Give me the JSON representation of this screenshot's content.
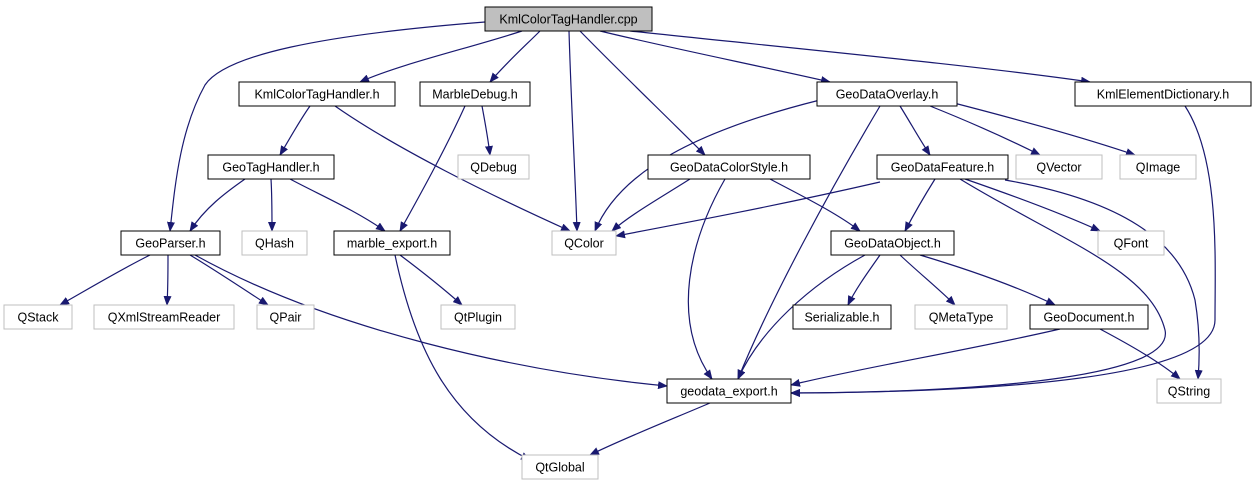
{
  "colors": {
    "edge": "#191970",
    "root_fill": "#bfbfbf",
    "node_border": "#000000",
    "external_border": "#bfbfbf",
    "external_text": "#000000"
  },
  "nodes": [
    {
      "id": "kmlcolortaghandler_cpp",
      "label": "KmlColorTagHandler.cpp",
      "kind": "root"
    },
    {
      "id": "kmlcolortaghandler_h",
      "label": "KmlColorTagHandler.h",
      "kind": "header"
    },
    {
      "id": "marbledebug_h",
      "label": "MarbleDebug.h",
      "kind": "header"
    },
    {
      "id": "geodataoverlay_h",
      "label": "GeoDataOverlay.h",
      "kind": "header"
    },
    {
      "id": "kmlelementdictionary_h",
      "label": "KmlElementDictionary.h",
      "kind": "header"
    },
    {
      "id": "geotaghandler_h",
      "label": "GeoTagHandler.h",
      "kind": "header"
    },
    {
      "id": "qdebug",
      "label": "QDebug",
      "kind": "external"
    },
    {
      "id": "geodatacolorstyle_h",
      "label": "GeoDataColorStyle.h",
      "kind": "header"
    },
    {
      "id": "geodatafeature_h",
      "label": "GeoDataFeature.h",
      "kind": "header"
    },
    {
      "id": "qvector",
      "label": "QVector",
      "kind": "external"
    },
    {
      "id": "qimage",
      "label": "QImage",
      "kind": "external"
    },
    {
      "id": "geoparser_h",
      "label": "GeoParser.h",
      "kind": "header"
    },
    {
      "id": "qhash",
      "label": "QHash",
      "kind": "external"
    },
    {
      "id": "marble_export_h",
      "label": "marble_export.h",
      "kind": "header"
    },
    {
      "id": "qcolor",
      "label": "QColor",
      "kind": "external"
    },
    {
      "id": "geodataobject_h",
      "label": "GeoDataObject.h",
      "kind": "header"
    },
    {
      "id": "qfont",
      "label": "QFont",
      "kind": "external"
    },
    {
      "id": "qstack",
      "label": "QStack",
      "kind": "external"
    },
    {
      "id": "qxmlstreamreader",
      "label": "QXmlStreamReader",
      "kind": "external"
    },
    {
      "id": "qpair",
      "label": "QPair",
      "kind": "external"
    },
    {
      "id": "qtplugin",
      "label": "QtPlugin",
      "kind": "external"
    },
    {
      "id": "serializable_h",
      "label": "Serializable.h",
      "kind": "header"
    },
    {
      "id": "qmetatype",
      "label": "QMetaType",
      "kind": "external"
    },
    {
      "id": "geodocument_h",
      "label": "GeoDocument.h",
      "kind": "header"
    },
    {
      "id": "geodata_export_h",
      "label": "geodata_export.h",
      "kind": "header"
    },
    {
      "id": "qstring",
      "label": "QString",
      "kind": "external"
    },
    {
      "id": "qtglobal",
      "label": "QtGlobal",
      "kind": "external"
    }
  ],
  "edges": [
    {
      "from": "kmlcolortaghandler_cpp",
      "to": "kmlcolortaghandler_h"
    },
    {
      "from": "kmlcolortaghandler_cpp",
      "to": "marbledebug_h"
    },
    {
      "from": "kmlcolortaghandler_cpp",
      "to": "geodataoverlay_h"
    },
    {
      "from": "kmlcolortaghandler_cpp",
      "to": "kmlelementdictionary_h"
    },
    {
      "from": "kmlcolortaghandler_cpp",
      "to": "geoparser_h"
    },
    {
      "from": "kmlcolortaghandler_cpp",
      "to": "qcolor"
    },
    {
      "from": "kmlcolortaghandler_cpp",
      "to": "geodatacolorstyle_h"
    },
    {
      "from": "kmlcolortaghandler_h",
      "to": "geotaghandler_h"
    },
    {
      "from": "kmlcolortaghandler_h",
      "to": "qcolor"
    },
    {
      "from": "marbledebug_h",
      "to": "qdebug"
    },
    {
      "from": "marbledebug_h",
      "to": "marble_export_h"
    },
    {
      "from": "geotaghandler_h",
      "to": "geoparser_h"
    },
    {
      "from": "geotaghandler_h",
      "to": "qhash"
    },
    {
      "from": "geotaghandler_h",
      "to": "marble_export_h"
    },
    {
      "from": "geoparser_h",
      "to": "qstack"
    },
    {
      "from": "geoparser_h",
      "to": "qxmlstreamreader"
    },
    {
      "from": "geoparser_h",
      "to": "qpair"
    },
    {
      "from": "geoparser_h",
      "to": "geodata_export_h"
    },
    {
      "from": "marble_export_h",
      "to": "qtplugin"
    },
    {
      "from": "marble_export_h",
      "to": "qtglobal"
    },
    {
      "from": "geodataoverlay_h",
      "to": "qcolor"
    },
    {
      "from": "geodataoverlay_h",
      "to": "geodatafeature_h"
    },
    {
      "from": "geodataoverlay_h",
      "to": "qvector"
    },
    {
      "from": "geodataoverlay_h",
      "to": "qimage"
    },
    {
      "from": "geodataoverlay_h",
      "to": "geodata_export_h"
    },
    {
      "from": "geodatacolorstyle_h",
      "to": "qcolor"
    },
    {
      "from": "geodatacolorstyle_h",
      "to": "geodataobject_h"
    },
    {
      "from": "geodatacolorstyle_h",
      "to": "geodata_export_h"
    },
    {
      "from": "geodatafeature_h",
      "to": "qcolor"
    },
    {
      "from": "geodatafeature_h",
      "to": "geodataobject_h"
    },
    {
      "from": "geodatafeature_h",
      "to": "qfont"
    },
    {
      "from": "geodatafeature_h",
      "to": "qstring"
    },
    {
      "from": "geodatafeature_h",
      "to": "geodata_export_h"
    },
    {
      "from": "geodataobject_h",
      "to": "serializable_h"
    },
    {
      "from": "geodataobject_h",
      "to": "qmetatype"
    },
    {
      "from": "geodataobject_h",
      "to": "geodocument_h"
    },
    {
      "from": "geodataobject_h",
      "to": "geodata_export_h"
    },
    {
      "from": "geodocument_h",
      "to": "geodata_export_h"
    },
    {
      "from": "geodocument_h",
      "to": "qstring"
    },
    {
      "from": "kmlelementdictionary_h",
      "to": "geodata_export_h"
    },
    {
      "from": "geodata_export_h",
      "to": "qtglobal"
    }
  ]
}
